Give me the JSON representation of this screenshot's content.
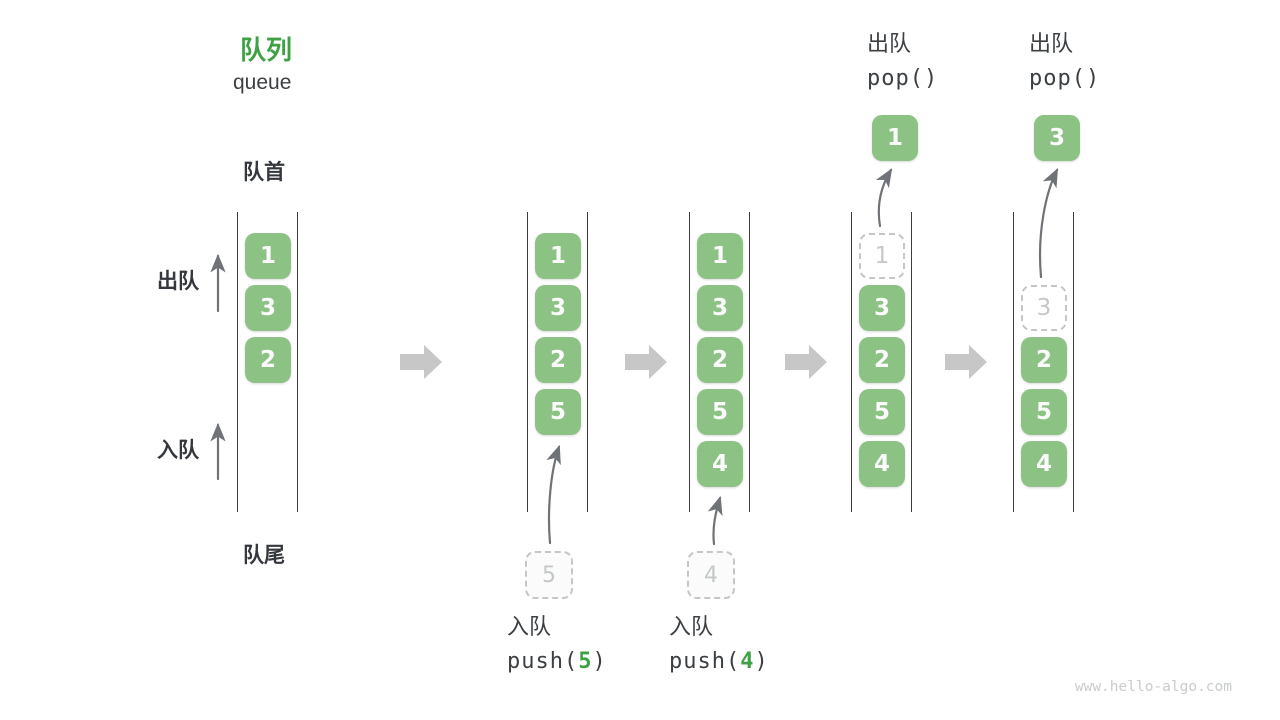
{
  "title": {
    "zh": "队列",
    "en": "queue"
  },
  "side_labels": {
    "front": "队首",
    "rear": "队尾",
    "dequeue": "出队",
    "enqueue": "入队"
  },
  "watermark": "www.hello-algo.com",
  "colors": {
    "box_green": "#8DC285",
    "accent_green": "#3EA143",
    "text_dark": "#3C4043",
    "label_dark": "#34383C",
    "thin_arrow": "#6F7377",
    "block_arrow": "#C7C7C7",
    "ghost_border": "#C6C6C6",
    "ghost_text": "#C4C8C9",
    "line_dark": "#3D3D3D",
    "watermark": "#C9CCCC"
  },
  "diagram": {
    "states": [
      {
        "cells": [
          {
            "row": 0,
            "v": "1"
          },
          {
            "row": 1,
            "v": "3"
          },
          {
            "row": 2,
            "v": "2"
          }
        ]
      },
      {
        "cells": [
          {
            "row": 0,
            "v": "1"
          },
          {
            "row": 1,
            "v": "3"
          },
          {
            "row": 2,
            "v": "2"
          },
          {
            "row": 3,
            "v": "5"
          }
        ],
        "ghost_below": "5",
        "caption": {
          "position": "bottom",
          "action": "入队",
          "code": {
            "pre": "push(",
            "arg": "5",
            "post": ")"
          }
        }
      },
      {
        "cells": [
          {
            "row": 0,
            "v": "1"
          },
          {
            "row": 1,
            "v": "3"
          },
          {
            "row": 2,
            "v": "2"
          },
          {
            "row": 3,
            "v": "5"
          },
          {
            "row": 4,
            "v": "4"
          }
        ],
        "ghost_below": "4",
        "caption": {
          "position": "bottom",
          "action": "入队",
          "code": {
            "pre": "push(",
            "arg": "4",
            "post": ")"
          }
        }
      },
      {
        "cells": [
          {
            "row": 0,
            "v": "1",
            "ghost": true
          },
          {
            "row": 1,
            "v": "3"
          },
          {
            "row": 2,
            "v": "2"
          },
          {
            "row": 3,
            "v": "5"
          },
          {
            "row": 4,
            "v": "4"
          }
        ],
        "popped": "1",
        "caption": {
          "position": "top",
          "action": "出队",
          "code": {
            "pre": "pop(",
            "arg": "",
            "post": ")"
          }
        }
      },
      {
        "cells": [
          {
            "row": 1,
            "v": "3",
            "ghost": true
          },
          {
            "row": 2,
            "v": "2"
          },
          {
            "row": 3,
            "v": "5"
          },
          {
            "row": 4,
            "v": "4"
          }
        ],
        "popped": "3",
        "caption": {
          "position": "top",
          "action": "出队",
          "code": {
            "pre": "pop(",
            "arg": "",
            "post": ")"
          }
        }
      }
    ]
  }
}
